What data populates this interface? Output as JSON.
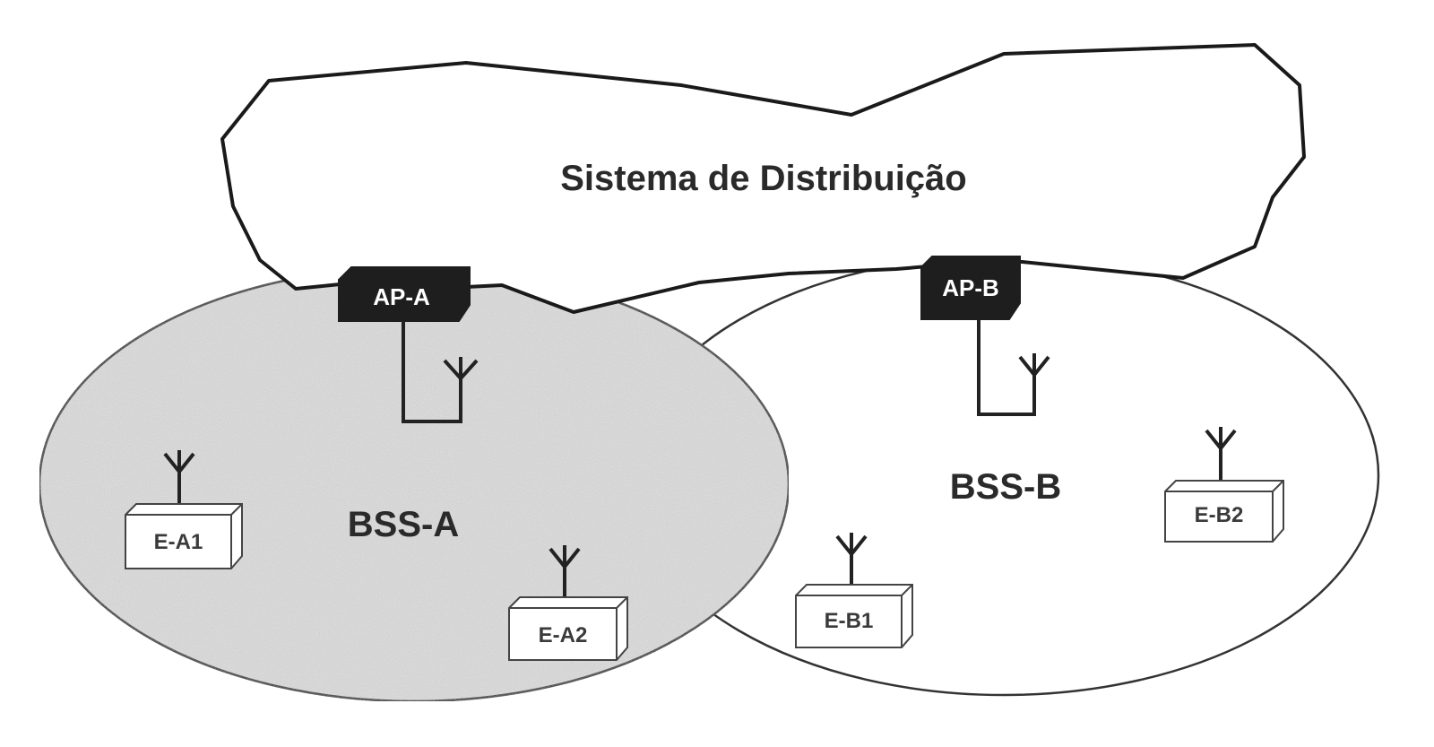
{
  "distribution_system": {
    "label": "Sistema de Distribuição"
  },
  "bss": [
    {
      "label": "BSS-A"
    },
    {
      "label": "BSS-B"
    }
  ],
  "access_points": [
    {
      "label": "AP-A"
    },
    {
      "label": "AP-B"
    }
  ],
  "stations": [
    {
      "label": "E-A1"
    },
    {
      "label": "E-A2"
    },
    {
      "label": "E-B1"
    },
    {
      "label": "E-B2"
    }
  ],
  "colors": {
    "bss_a_fill": "#dcdcdc",
    "stroke": "#333333",
    "ap_fill": "#1e1e1e"
  }
}
